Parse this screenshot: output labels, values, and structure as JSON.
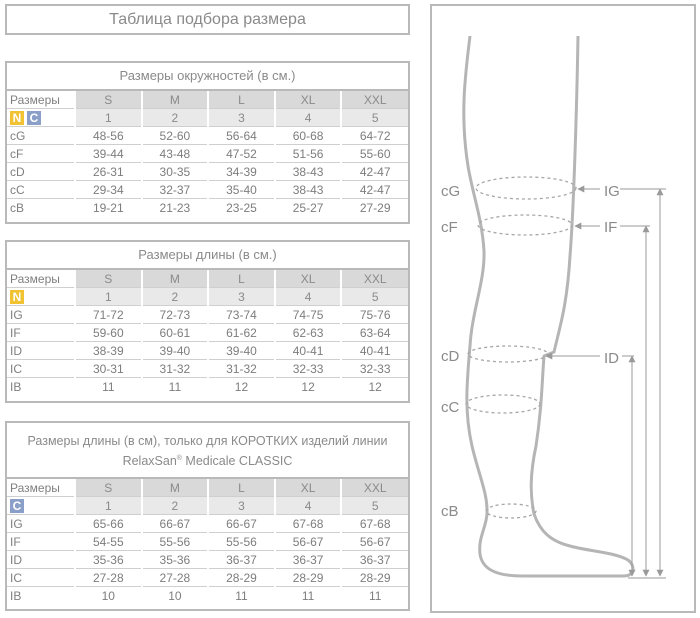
{
  "title": "Таблица подбора размера",
  "badges": {
    "n": "N",
    "c": "C"
  },
  "sizes_label": "Размеры",
  "size_names": [
    "S",
    "M",
    "L",
    "XL",
    "XXL"
  ],
  "size_numbers": [
    "1",
    "2",
    "3",
    "4",
    "5"
  ],
  "circumference": {
    "caption": "Размеры окружностей (в см.)",
    "rows": [
      {
        "label": "cG",
        "values": [
          "48-56",
          "52-60",
          "56-64",
          "60-68",
          "64-72"
        ]
      },
      {
        "label": "cF",
        "values": [
          "39-44",
          "43-48",
          "47-52",
          "51-56",
          "55-60"
        ]
      },
      {
        "label": "cD",
        "values": [
          "26-31",
          "30-35",
          "34-39",
          "38-43",
          "42-47"
        ]
      },
      {
        "label": "cC",
        "values": [
          "29-34",
          "32-37",
          "35-40",
          "38-43",
          "42-47"
        ]
      },
      {
        "label": "cB",
        "values": [
          "19-21",
          "21-23",
          "23-25",
          "25-27",
          "27-29"
        ]
      }
    ]
  },
  "length": {
    "caption": "Размеры длины (в см.)",
    "rows": [
      {
        "label": "IG",
        "values": [
          "71-72",
          "72-73",
          "73-74",
          "74-75",
          "75-76"
        ]
      },
      {
        "label": "IF",
        "values": [
          "59-60",
          "60-61",
          "61-62",
          "62-63",
          "63-64"
        ]
      },
      {
        "label": "ID",
        "values": [
          "38-39",
          "39-40",
          "39-40",
          "40-41",
          "40-41"
        ]
      },
      {
        "label": "IC",
        "values": [
          "30-31",
          "31-32",
          "31-32",
          "32-33",
          "32-33"
        ]
      },
      {
        "label": "IB",
        "values": [
          "11",
          "11",
          "12",
          "12",
          "12"
        ]
      }
    ]
  },
  "short_length": {
    "caption_line1": "Размеры длины (в см), только для КОРОТКИХ изделий линии",
    "caption_brand": "RelaxSan",
    "caption_reg": "®",
    "caption_rest": " Medicale CLASSIC",
    "rows": [
      {
        "label": "IG",
        "values": [
          "65-66",
          "66-67",
          "66-67",
          "67-68",
          "67-68"
        ]
      },
      {
        "label": "IF",
        "values": [
          "54-55",
          "55-56",
          "55-56",
          "56-67",
          "56-67"
        ]
      },
      {
        "label": "ID",
        "values": [
          "35-36",
          "35-36",
          "36-37",
          "36-37",
          "36-37"
        ]
      },
      {
        "label": "IC",
        "values": [
          "27-28",
          "27-28",
          "28-29",
          "28-29",
          "28-29"
        ]
      },
      {
        "label": "IB",
        "values": [
          "10",
          "10",
          "11",
          "11",
          "11"
        ]
      }
    ]
  },
  "diagram": {
    "left_labels": [
      "cG",
      "cF",
      "cD",
      "cC",
      "cB"
    ],
    "right_labels": [
      "IG",
      "IF",
      "ID"
    ]
  },
  "colors": {
    "border": "#b9b9b9",
    "header": "#d9d9d9",
    "subheader": "#e9e9e9",
    "badge_n": "#f1c232",
    "badge_c": "#8aa0c8"
  }
}
